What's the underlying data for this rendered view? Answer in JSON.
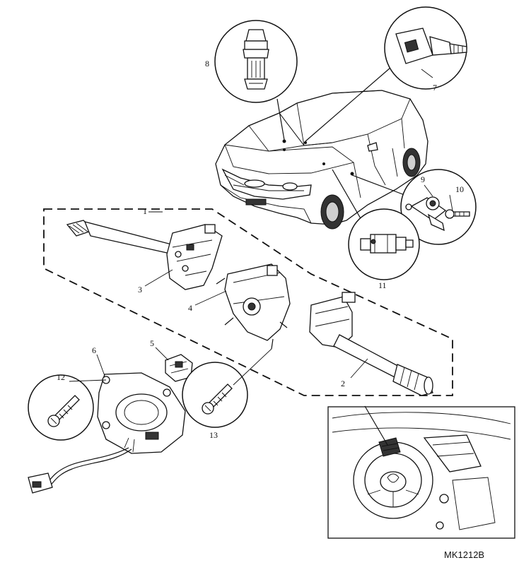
{
  "figure": {
    "code": "MK1212B"
  },
  "callouts": [
    {
      "id": "1",
      "text": "1"
    },
    {
      "id": "2",
      "text": "2"
    },
    {
      "id": "3",
      "text": "3"
    },
    {
      "id": "4",
      "text": "4"
    },
    {
      "id": "5",
      "text": "5"
    },
    {
      "id": "6",
      "text": "6"
    },
    {
      "id": "7",
      "text": "7"
    },
    {
      "id": "8",
      "text": "8"
    },
    {
      "id": "9",
      "text": "9"
    },
    {
      "id": "10",
      "text": "10"
    },
    {
      "id": "11",
      "text": "11"
    },
    {
      "id": "12",
      "text": "12"
    },
    {
      "id": "13",
      "text": "13"
    }
  ]
}
